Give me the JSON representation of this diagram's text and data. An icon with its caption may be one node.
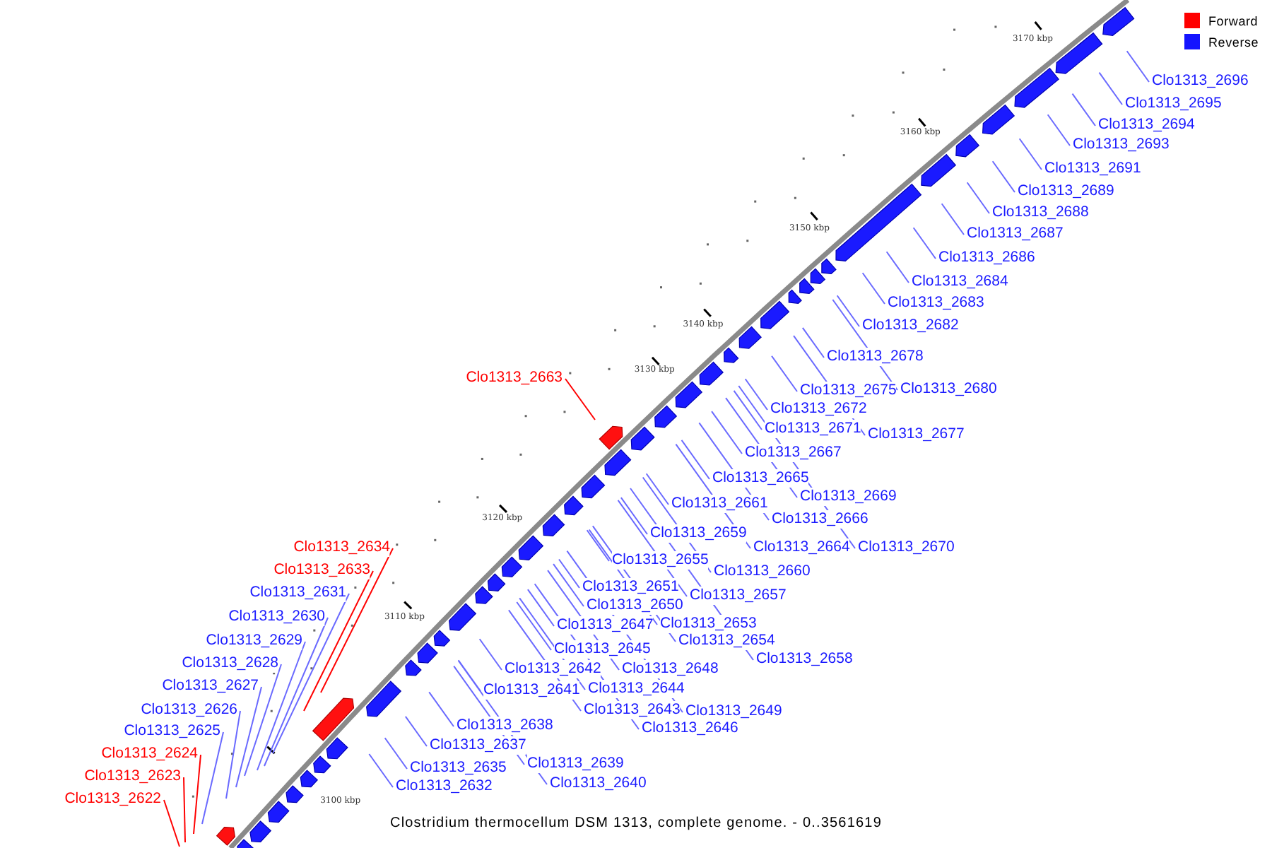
{
  "diagram": {
    "caption": "Clostridium thermocellum DSM 1313, complete genome. - 0..3561619",
    "nodes": [
      {
        "text": [
          "Clo1313_2696"
        ]
      },
      {
        "text": [
          "Clo1313_2695"
        ]
      },
      {
        "text": [
          "Clo1313_2694"
        ]
      },
      {
        "text": [
          "Clo1313_2693"
        ]
      },
      {
        "text": [
          "Clo1313_2691"
        ]
      },
      {
        "text": [
          "Clo1313_2689"
        ]
      },
      {
        "text": [
          "Clo1313_2688"
        ]
      },
      {
        "text": [
          "Clo1313_2687"
        ]
      },
      {
        "text": [
          "Clo1313_2686"
        ]
      },
      {
        "text": [
          "Clo1313_2684"
        ]
      },
      {
        "text": [
          "Clo1313_2683"
        ]
      },
      {
        "text": [
          "Clo1313_2682"
        ]
      },
      {
        "text": [
          "Clo1313_2678"
        ]
      },
      {
        "text": [
          "Clo1313_2663"
        ]
      },
      {
        "text": [
          "Clo1313_2680"
        ]
      },
      {
        "text": [
          "Clo1313_2675"
        ]
      },
      {
        "text": [
          "Clo1313_2672"
        ]
      },
      {
        "text": [
          "Clo1313_2671"
        ]
      },
      {
        "text": [
          "Clo1313_2677"
        ]
      },
      {
        "text": [
          "Clo1313_2667"
        ]
      },
      {
        "text": [
          "Clo1313_2665"
        ]
      },
      {
        "text": [
          "Clo1313_2669"
        ]
      },
      {
        "text": [
          "Clo1313_2661"
        ]
      },
      {
        "text": [
          "Clo1313_2666"
        ]
      },
      {
        "text": [
          "Clo1313_2659"
        ]
      },
      {
        "text": [
          "Clo1313_2664"
        ]
      },
      {
        "text": [
          "Clo1313_2670"
        ]
      },
      {
        "text": [
          "Clo1313_2634"
        ]
      },
      {
        "text": [
          "Clo1313_2655"
        ]
      },
      {
        "text": [
          "Clo1313_2633"
        ]
      },
      {
        "text": [
          "Clo1313_2660"
        ]
      },
      {
        "text": [
          "Clo1313_2651"
        ]
      },
      {
        "text": [
          "Clo1313_2631"
        ]
      },
      {
        "text": [
          "Clo1313_2657"
        ]
      },
      {
        "text": [
          "Clo1313_2650"
        ]
      },
      {
        "text": [
          "Clo1313_2630"
        ]
      },
      {
        "text": [
          "Clo1313_2647"
        ]
      },
      {
        "text": [
          "Clo1313_2653"
        ]
      },
      {
        "text": [
          "Clo1313_2629"
        ]
      },
      {
        "text": [
          "Clo1313_2645"
        ]
      },
      {
        "text": [
          "Clo1313_2654"
        ]
      },
      {
        "text": [
          "Clo1313_2658"
        ]
      },
      {
        "text": [
          "Clo1313_2628"
        ]
      },
      {
        "text": [
          "Clo1313_2642"
        ]
      },
      {
        "text": [
          "Clo1313_2648"
        ]
      },
      {
        "text": [
          "Clo1313_2627"
        ]
      },
      {
        "text": [
          "Clo1313_2641"
        ]
      },
      {
        "text": [
          "Clo1313_2644"
        ]
      },
      {
        "text": [
          "Clo1313_2626"
        ]
      },
      {
        "text": [
          "Clo1313_2643"
        ]
      },
      {
        "text": [
          "Clo1313_2649"
        ]
      },
      {
        "text": [
          "Clo1313_2638"
        ]
      },
      {
        "text": [
          "Clo1313_2646"
        ]
      },
      {
        "text": [
          "Clo1313_2625"
        ]
      },
      {
        "text": [
          "Clo1313_2637"
        ]
      },
      {
        "text": [
          "Clo1313_2624"
        ]
      },
      {
        "text": [
          "Clo1313_2639"
        ]
      },
      {
        "text": [
          "Clo1313_2635"
        ]
      },
      {
        "text": [
          "Clo1313_2623"
        ]
      },
      {
        "text": [
          "Clo1313_2632"
        ]
      },
      {
        "text": [
          "Clo1313_2640"
        ]
      },
      {
        "text": [
          "Clo1313_2622"
        ]
      }
    ],
    "edges": [
      {
        "from": 0,
        "to": null,
        "arrow": "none"
      },
      {
        "from": 1,
        "to": null,
        "arrow": "none"
      },
      {
        "from": 2,
        "to": null,
        "arrow": "none"
      },
      {
        "from": 3,
        "to": null,
        "arrow": "none"
      },
      {
        "from": 4,
        "to": null,
        "arrow": "none"
      },
      {
        "from": 5,
        "to": null,
        "arrow": "none"
      },
      {
        "from": 6,
        "to": null,
        "arrow": "none"
      },
      {
        "from": 7,
        "to": null,
        "arrow": "none"
      },
      {
        "from": 8,
        "to": null,
        "arrow": "none"
      },
      {
        "from": 9,
        "to": null,
        "arrow": "none"
      },
      {
        "from": 10,
        "to": null,
        "arrow": "none"
      },
      {
        "from": 11,
        "to": null,
        "arrow": "none"
      },
      {
        "from": 12,
        "to": null,
        "arrow": "none"
      },
      {
        "from": 13,
        "to": null,
        "arrow": "none",
        "color": "#ff0000"
      },
      {
        "from": 14,
        "to": null,
        "arrow": "none"
      },
      {
        "from": 15,
        "to": null,
        "arrow": "none"
      },
      {
        "from": 16,
        "to": null,
        "arrow": "none"
      },
      {
        "from": 17,
        "to": null,
        "arrow": "none"
      },
      {
        "from": 18,
        "to": null,
        "arrow": "none"
      },
      {
        "from": 19,
        "to": null,
        "arrow": "none"
      },
      {
        "from": 20,
        "to": null,
        "arrow": "none"
      },
      {
        "from": 21,
        "to": null,
        "arrow": "none"
      },
      {
        "from": 22,
        "to": null,
        "arrow": "none"
      },
      {
        "from": 23,
        "to": null,
        "arrow": "none"
      },
      {
        "from": 24,
        "to": null,
        "arrow": "none"
      },
      {
        "from": 25,
        "to": null,
        "arrow": "none"
      },
      {
        "from": 26,
        "to": null,
        "arrow": "none"
      },
      {
        "from": 27,
        "to": null,
        "arrow": "none",
        "color": "#ff0000"
      },
      {
        "from": 28,
        "to": null,
        "arrow": "none"
      },
      {
        "from": 29,
        "to": null,
        "arrow": "none",
        "color": "#ff0000"
      },
      {
        "from": 30,
        "to": null,
        "arrow": "none"
      },
      {
        "from": 31,
        "to": null,
        "arrow": "none"
      },
      {
        "from": 32,
        "to": null,
        "arrow": "none"
      },
      {
        "from": 33,
        "to": null,
        "arrow": "none"
      },
      {
        "from": 34,
        "to": null,
        "arrow": "none"
      },
      {
        "from": 35,
        "to": null,
        "arrow": "none"
      },
      {
        "from": 36,
        "to": null,
        "arrow": "none"
      },
      {
        "from": 37,
        "to": null,
        "arrow": "none"
      },
      {
        "from": 38,
        "to": null,
        "arrow": "none"
      },
      {
        "from": 39,
        "to": null,
        "arrow": "none"
      },
      {
        "from": 40,
        "to": null,
        "arrow": "none"
      },
      {
        "from": 41,
        "to": null,
        "arrow": "none"
      },
      {
        "from": 42,
        "to": null,
        "arrow": "none"
      },
      {
        "from": 43,
        "to": null,
        "arrow": "none"
      },
      {
        "from": 44,
        "to": null,
        "arrow": "none"
      },
      {
        "from": 45,
        "to": null,
        "arrow": "none"
      },
      {
        "from": 46,
        "to": null,
        "arrow": "none"
      },
      {
        "from": 47,
        "to": null,
        "arrow": "none"
      },
      {
        "from": 48,
        "to": null,
        "arrow": "none"
      },
      {
        "from": 49,
        "to": null,
        "arrow": "none"
      },
      {
        "from": 50,
        "to": null,
        "arrow": "none"
      },
      {
        "from": 51,
        "to": null,
        "arrow": "none"
      },
      {
        "from": 52,
        "to": null,
        "arrow": "none"
      },
      {
        "from": 53,
        "to": null,
        "arrow": "none"
      },
      {
        "from": 54,
        "to": null,
        "arrow": "none"
      },
      {
        "from": 55,
        "to": null,
        "arrow": "none",
        "color": "#ff0000"
      },
      {
        "from": 56,
        "to": null,
        "arrow": "none"
      },
      {
        "from": 57,
        "to": null,
        "arrow": "none"
      },
      {
        "from": 58,
        "to": null,
        "arrow": "none",
        "color": "#ff0000"
      },
      {
        "from": 59,
        "to": null,
        "arrow": "none"
      },
      {
        "from": 60,
        "to": null,
        "arrow": "none"
      },
      {
        "from": 61,
        "to": null,
        "arrow": "none",
        "color": "#ff0000"
      }
    ],
    "labels": [
      "3170 kbp",
      "3160 kbp",
      "3150 kbp",
      "3140 kbp",
      "3130 kbp",
      "3120 kbp",
      "3110 kbp",
      "3100 kbp"
    ],
    "legend": [
      {
        "text": "Forward",
        "color": "#ff0000"
      },
      {
        "text": "Reverse",
        "color": "#1414ff"
      }
    ]
  }
}
